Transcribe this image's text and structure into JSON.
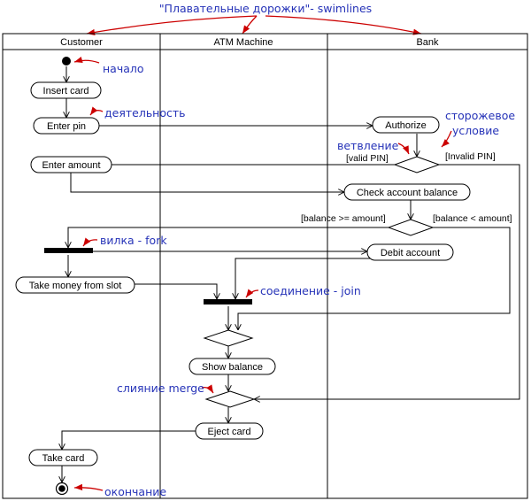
{
  "title": "\"Плавательные дорожки\"- swimlines",
  "lanes": {
    "customer": "Customer",
    "atm": "ATM Machine",
    "bank": "Bank"
  },
  "activities": {
    "insert_card": "Insert card",
    "enter_pin": "Enter pin",
    "authorize": "Authorize",
    "enter_amount": "Enter amount",
    "check_balance": "Check account balance",
    "debit_account": "Debit account",
    "take_money": "Take money from slot",
    "show_balance": "Show balance",
    "eject_card": "Eject card",
    "take_card": "Take card"
  },
  "guards": {
    "valid_pin": "[valid PIN]",
    "invalid_pin": "[Invalid PIN]",
    "balance_ge": "[balance >= amount]",
    "balance_lt": "[balance < amount]"
  },
  "annotations": {
    "start": "начало",
    "activity": "деятельность",
    "guard_line1": "сторожевое",
    "guard_line2": "условие",
    "branch": "ветвление",
    "fork": "вилка - fork",
    "join": "соединение - join",
    "merge": "слияние merge",
    "end": "окончание"
  },
  "colors": {
    "annotation_text": "#2633b8",
    "annotation_arrow": "#cc0000",
    "lines": "#000000"
  }
}
